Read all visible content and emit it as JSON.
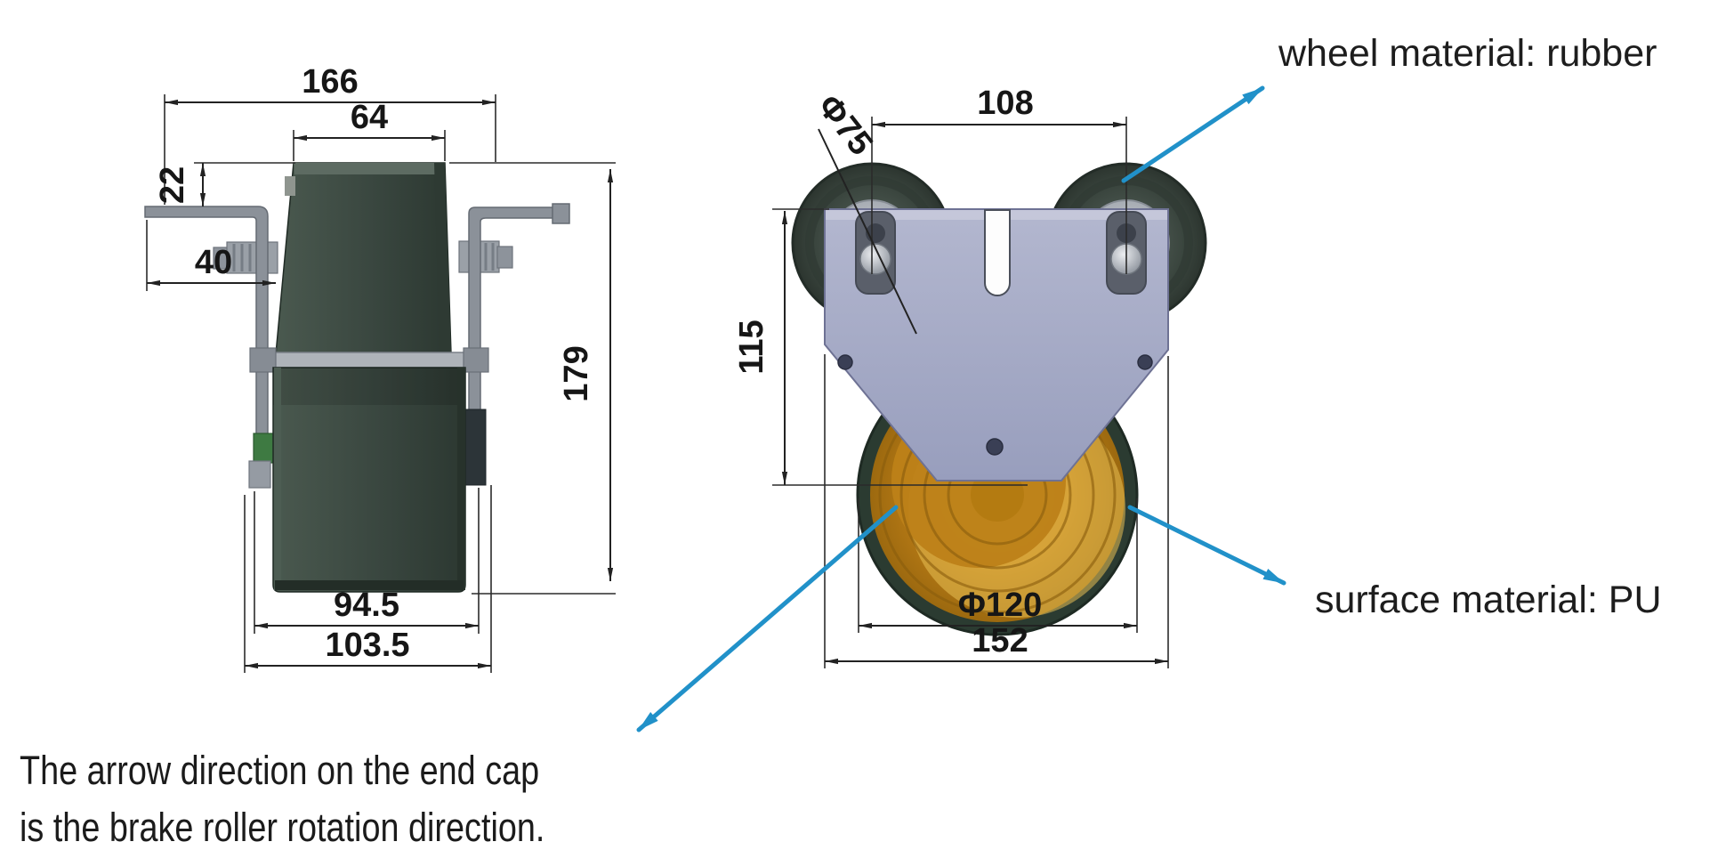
{
  "diagram": {
    "type": "technical-drawing",
    "subject": "brake roller / side guide wheel assembly",
    "views": [
      "side-view",
      "front-view"
    ]
  },
  "dims": {
    "side": {
      "overall_width": "166",
      "roller_width": "64",
      "flange_offset": "22",
      "arm_length": "40",
      "overall_height": "179",
      "roller_body_width": "94.5",
      "bracket_outer_width": "103.5"
    },
    "front": {
      "small_wheel_diameter": "Φ75",
      "wheel_center_distance": "108",
      "plate_height": "115",
      "big_wheel_diameter": "Φ120",
      "overall_width": "152"
    }
  },
  "annotations": {
    "wheel_material": "wheel material: rubber",
    "surface_material": "surface material: PU",
    "note_line1": "The arrow direction on the end cap",
    "note_line2": "is the brake roller rotation direction."
  },
  "colors": {
    "arrow_blue": "#2191c9",
    "dimension_line": "#222222",
    "mounting_plate": "#a9aecb",
    "pu_surface": "#c58a20",
    "rubber_wheel": "#3f4b44",
    "roller_body": "#3c4b43",
    "bracket_gray": "#8b9199"
  }
}
